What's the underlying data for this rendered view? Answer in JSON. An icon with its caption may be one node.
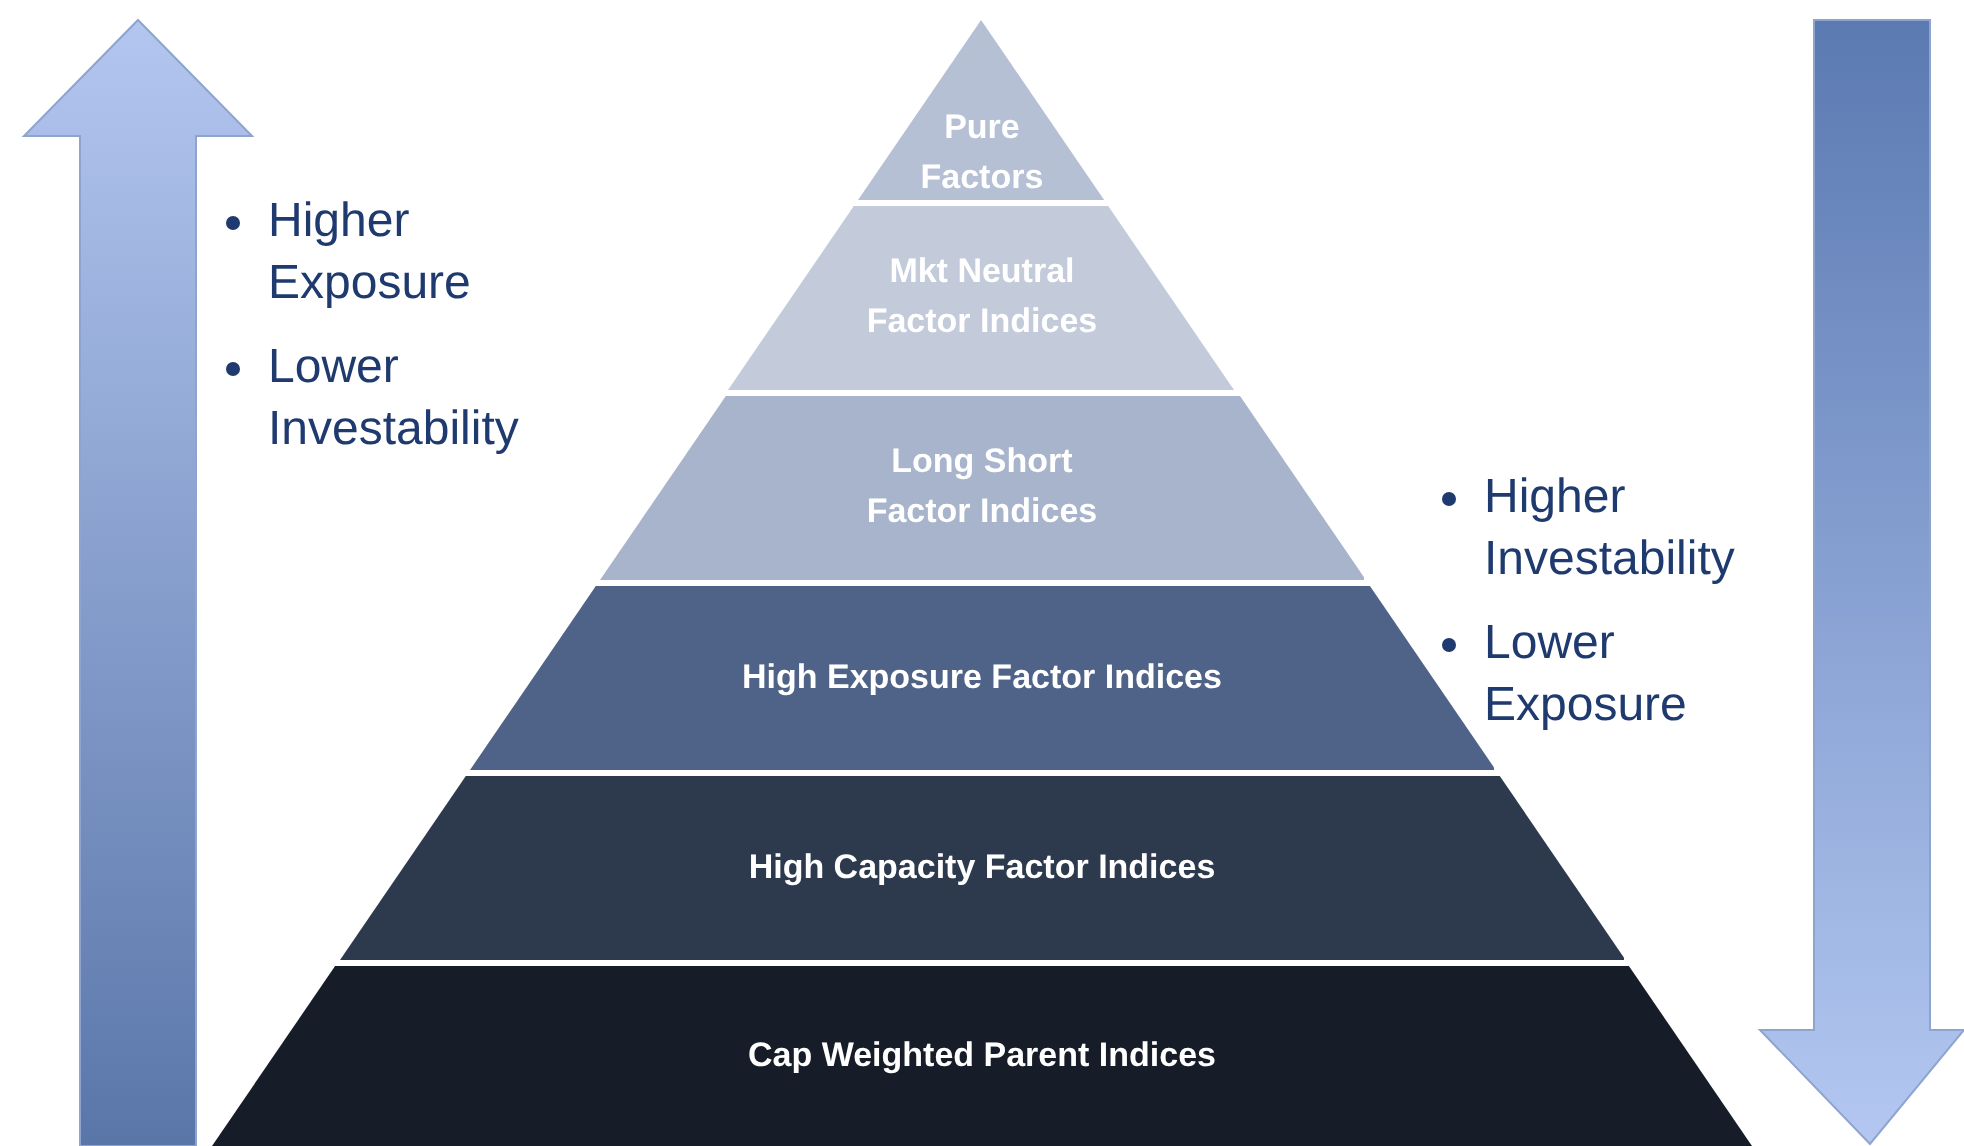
{
  "diagram": {
    "nodes": [
      {
        "text": [
          "Pure Factors"
        ]
      },
      {
        "text": [
          "Mkt Neutral Factor Indices"
        ]
      },
      {
        "text": [
          "Long Short Factor Indices"
        ]
      },
      {
        "text": [
          "High Exposure Factor Indices"
        ]
      },
      {
        "text": [
          "High Capacity Factor Indices"
        ]
      },
      {
        "text": [
          "Cap Weighted Parent Indices"
        ]
      }
    ],
    "labels": [
      "Higher Exposure",
      "Lower Investability",
      "Higher Investability",
      "Lower Exposure"
    ]
  }
}
